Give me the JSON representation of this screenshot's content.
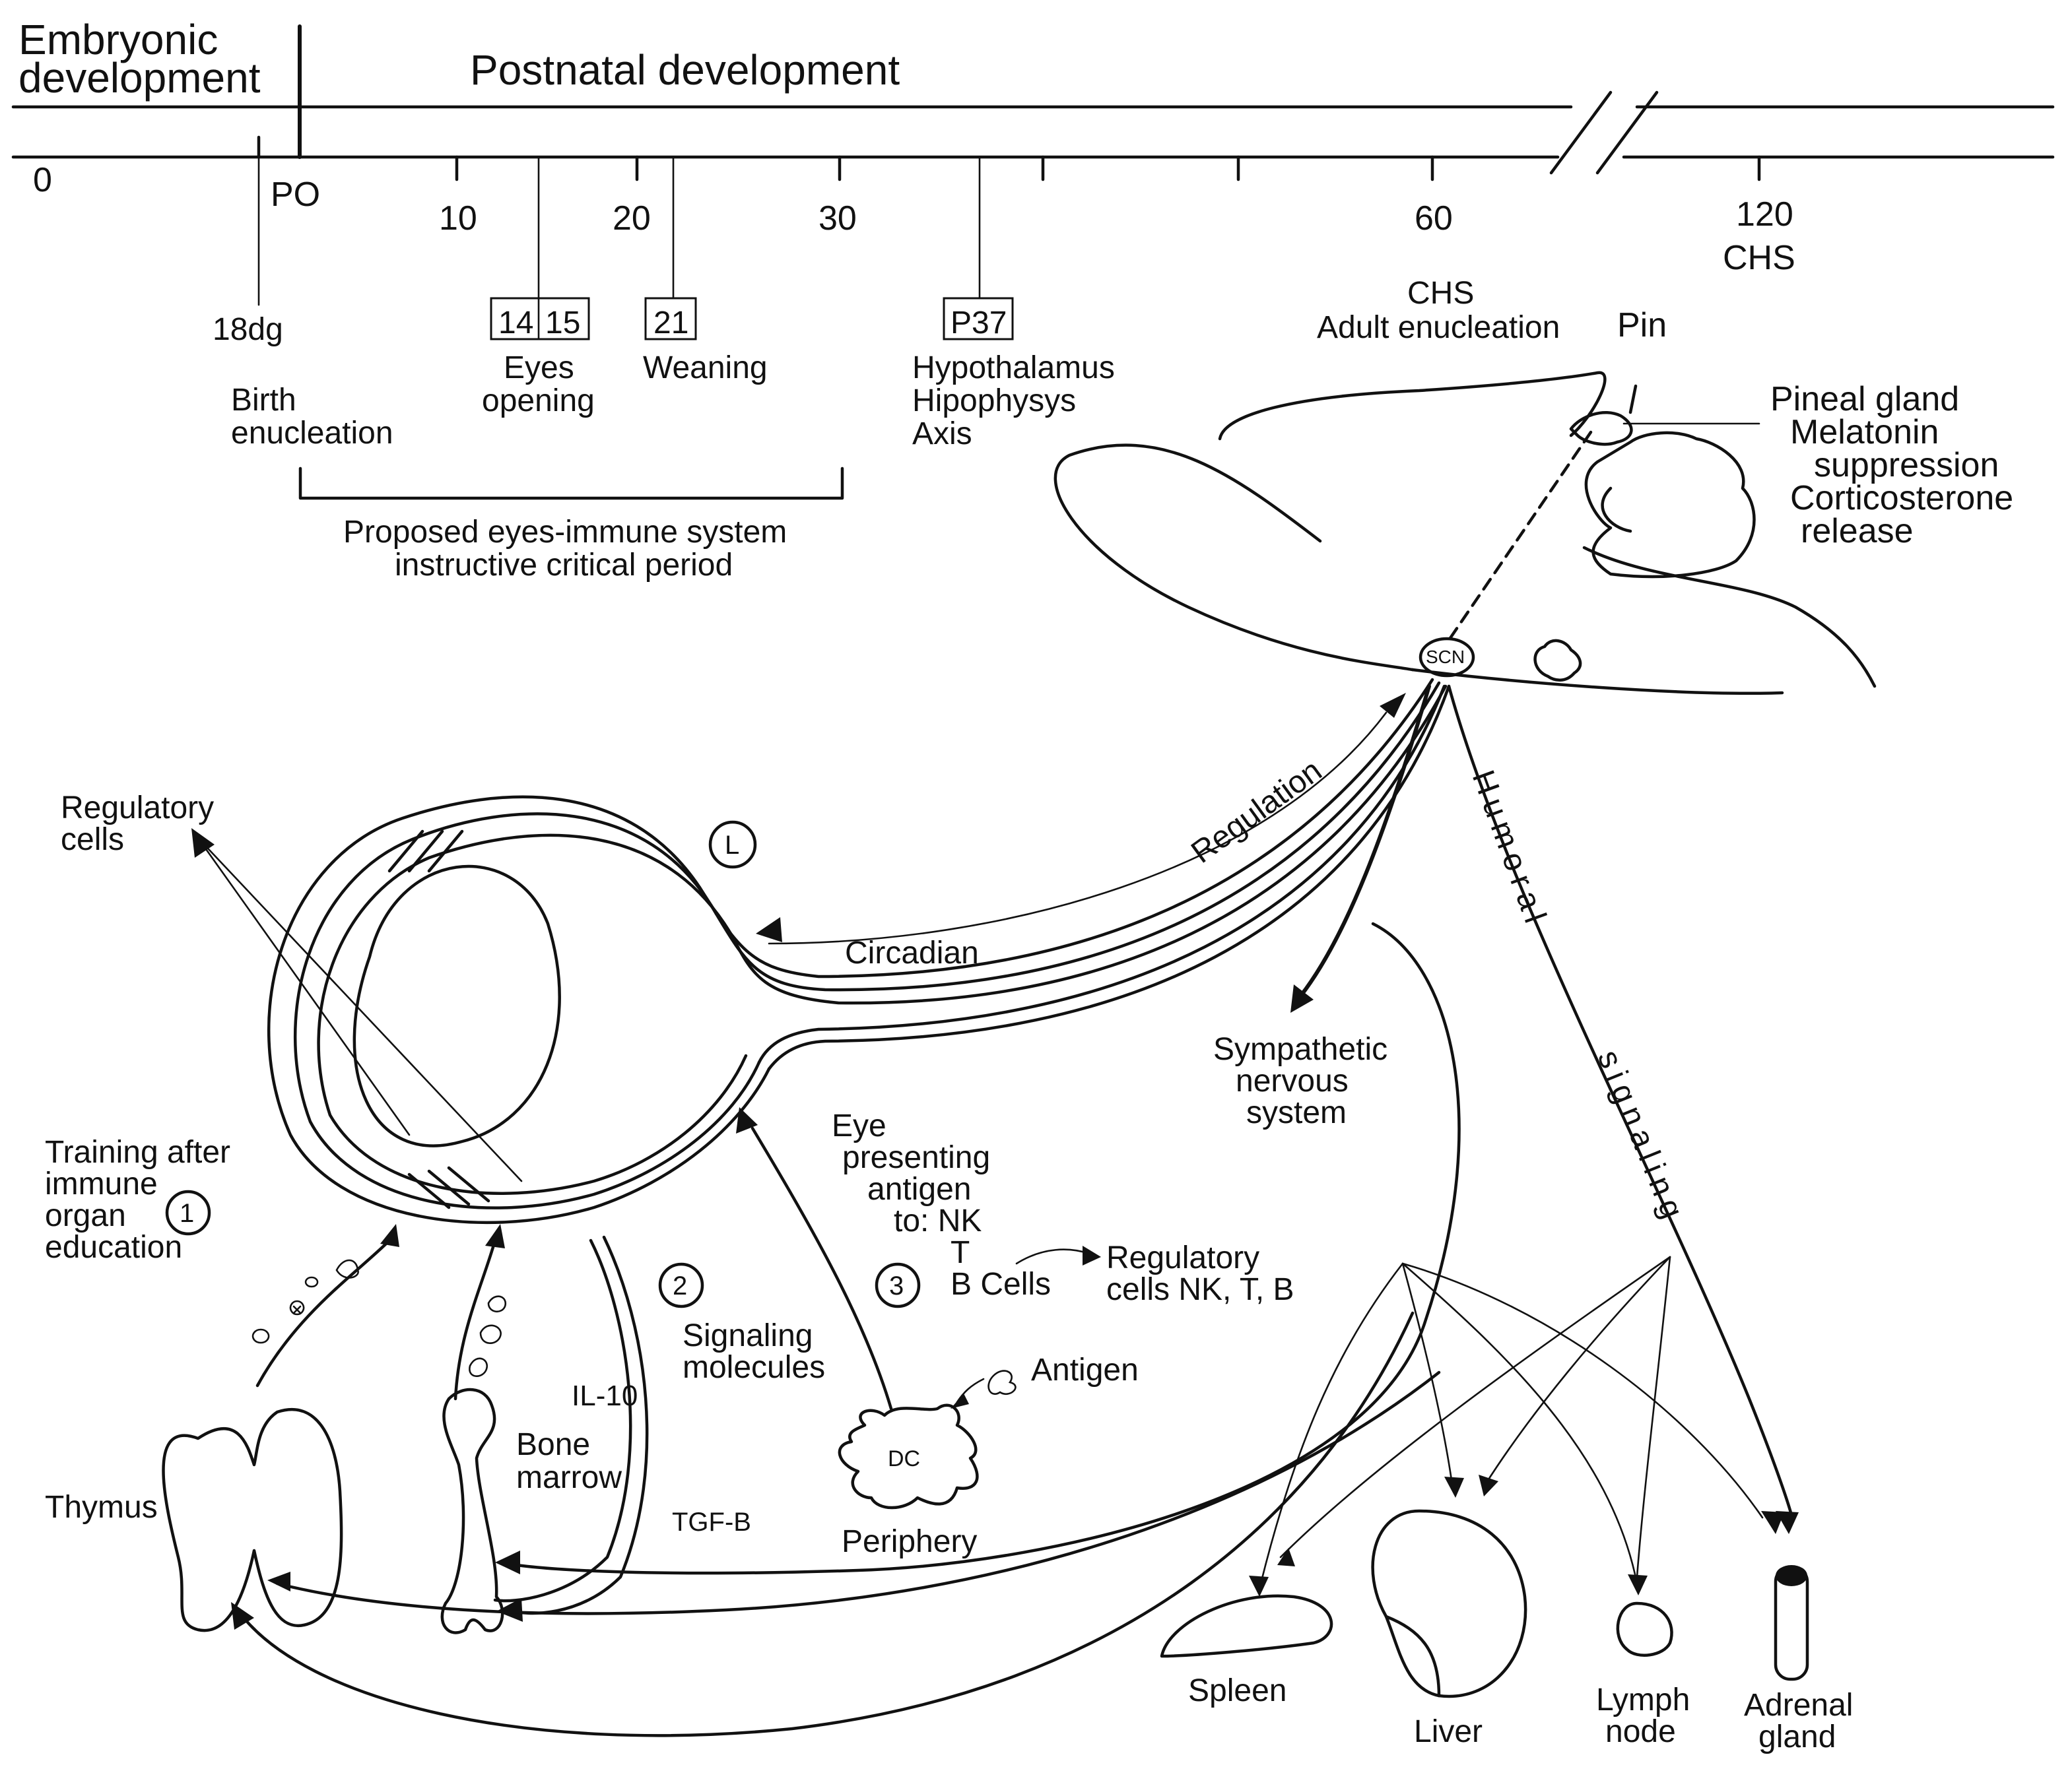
{
  "timeline": {
    "embryonic": [
      "Embryonic",
      "development"
    ],
    "postnatal": "Postnatal development",
    "ticks": {
      "t0": "0",
      "po": "PO",
      "t10": "10",
      "t20": "20",
      "t30": "30",
      "t60": "60",
      "t120": "120",
      "chs": "CHS"
    },
    "e18": "18dg",
    "birth": [
      "Birth",
      "enucleation"
    ],
    "eyes_days": [
      "14",
      "15"
    ],
    "eyes": [
      "Eyes",
      "opening"
    ],
    "weaning_day": "21",
    "weaning": "Weaning",
    "p37": "P37",
    "hha": [
      "Hypothalamus",
      "Hipophysys",
      "Axis"
    ],
    "adult": [
      "CHS",
      "Adult enucleation"
    ],
    "critical_period": [
      "Proposed eyes-immune system",
      "instructive critical period"
    ]
  },
  "brain": {
    "pin": "Pin",
    "pineal": [
      "Pineal gland",
      "Melatonin",
      "suppression",
      "Corticosterone",
      "release"
    ],
    "scn": "SCN"
  },
  "eye": {
    "regulatory": [
      "Regulatory",
      "cells"
    ],
    "circle_l": "L",
    "regulation": "Regulation",
    "circadian": "Circadian",
    "training": [
      "Training after",
      "immune",
      "organ",
      "education"
    ],
    "n1": "1",
    "n2": "2",
    "n3": "3",
    "signaling": [
      "Signaling",
      "molecules"
    ],
    "il10": "IL-10",
    "tgfb": "TGF-B",
    "presenting": [
      "Eye",
      "presenting",
      "antigen",
      "to: NK",
      "T",
      "B Cells"
    ],
    "reg_cells": [
      "Regulatory",
      "cells NK, T, B"
    ],
    "antigen": "Antigen",
    "dc": "DC",
    "periphery": "Periphery",
    "thymus": "Thymus",
    "bone_marrow": [
      "Bone",
      "marrow"
    ]
  },
  "systemic": {
    "sympathetic": [
      "Sympathetic",
      "nervous",
      "system"
    ],
    "humoral": "Humoral",
    "signaling": "signaling",
    "spleen": "Spleen",
    "liver": "Liver",
    "lymph": [
      "Lymph",
      "node"
    ],
    "adrenal": [
      "Adrenal",
      "gland"
    ]
  }
}
